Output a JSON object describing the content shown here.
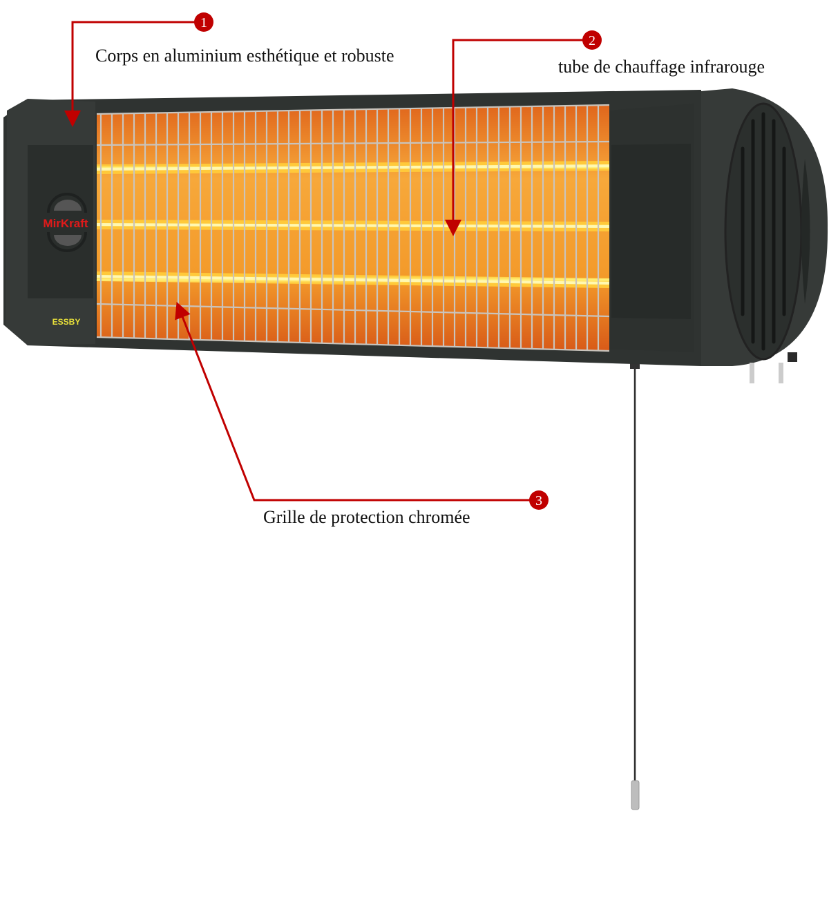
{
  "product": {
    "brand_logo": "MirKraft",
    "model_label": "ESSBY"
  },
  "callouts": [
    {
      "number": "1",
      "text": "Corps en aluminium esthétique et robuste"
    },
    {
      "number": "2",
      "text": "tube de chauffage infrarouge"
    },
    {
      "number": "3",
      "text": "Grille de protection chromée"
    }
  ],
  "colors": {
    "callout": "#c00000",
    "body": "#2f3331",
    "glow": "#f5a623",
    "tube": "#ffe24a"
  }
}
